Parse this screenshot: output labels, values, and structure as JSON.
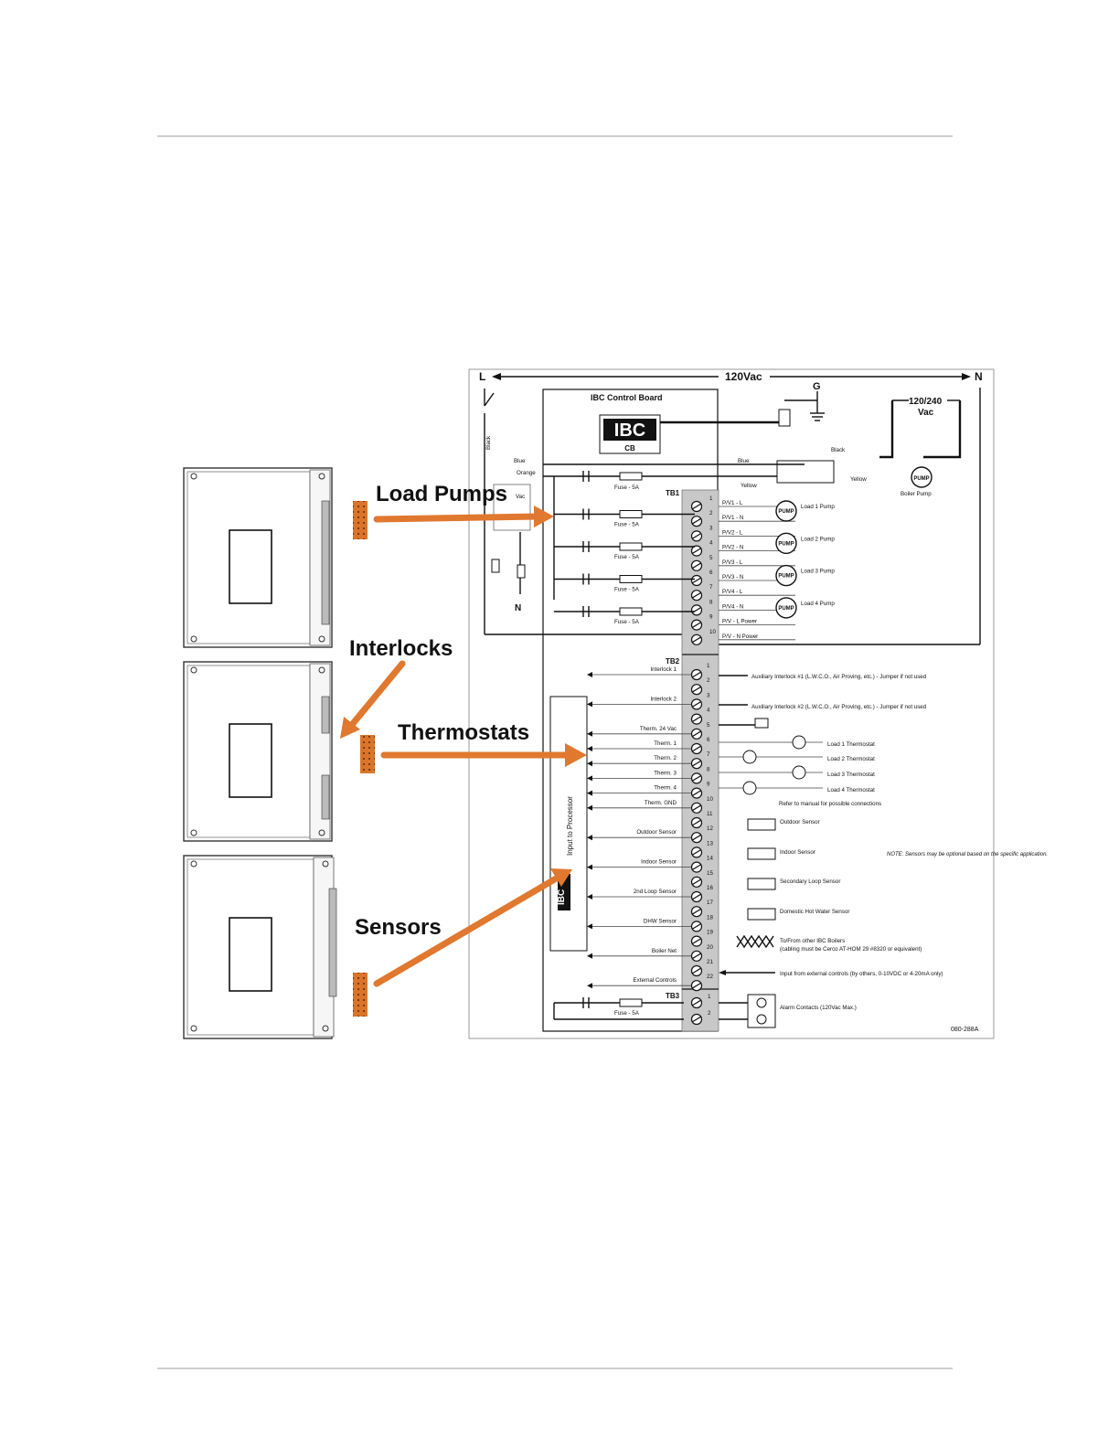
{
  "callouts": {
    "load_pumps": "Load Pumps",
    "interlocks": "Interlocks",
    "thermostats": "Thermostats",
    "sensors": "Sensors"
  },
  "diagram": {
    "line_L": "L",
    "line_N": "N",
    "supply": "120Vac",
    "ground": "G",
    "board_title": "IBC Control Board",
    "logo": "IBC",
    "logo_sub": "CB",
    "boiler_supply": "120/240",
    "boiler_supply_unit": "Vac",
    "boiler_pump": "Boiler Pump",
    "neutral_label": "N",
    "vac_label": "Vac",
    "wire_black": "Black",
    "wire_black2": "Black",
    "wire_blue": "Blue",
    "wire_blue2": "Blue",
    "wire_orange": "Orange",
    "wire_yellow": "Yellow",
    "wire_yellow2": "Yellow",
    "tb1": "TB1",
    "tb2": "TB2",
    "tb3": "TB3",
    "processor_label": "Input to Processor",
    "fuse": "Fuse - 5A",
    "tb1_terminals": [
      {
        "n": "1",
        "label": "P/V1 - L"
      },
      {
        "n": "2",
        "label": "P/V1 - N"
      },
      {
        "n": "3",
        "label": "P/V2 - L"
      },
      {
        "n": "4",
        "label": "P/V2 - N"
      },
      {
        "n": "5",
        "label": "P/V3 - L"
      },
      {
        "n": "6",
        "label": "P/V3 - N"
      },
      {
        "n": "7",
        "label": "P/V4 - L"
      },
      {
        "n": "8",
        "label": "P/V4 - N"
      },
      {
        "n": "9",
        "label": "P/V - L  Power"
      },
      {
        "n": "10",
        "label": "P/V - N  Power"
      }
    ],
    "pumps": [
      "Load 1 Pump",
      "Load 2 Pump",
      "Load 3 Pump",
      "Load 4 Pump"
    ],
    "tb2_terminals": [
      "1",
      "2",
      "3",
      "4",
      "5",
      "6",
      "7",
      "8",
      "9",
      "10",
      "11",
      "12",
      "13",
      "14",
      "15",
      "16",
      "17",
      "18",
      "19",
      "20",
      "21",
      "22"
    ],
    "tb2_inputs": [
      {
        "label": "Interlock 1",
        "row": 1
      },
      {
        "label": "Interlock 2",
        "row": 3
      },
      {
        "label": "Therm. 24 Vac",
        "row": 5
      },
      {
        "label": "Therm. 1",
        "row": 6
      },
      {
        "label": "Therm. 2",
        "row": 7
      },
      {
        "label": "Therm. 3",
        "row": 8
      },
      {
        "label": "Therm. 4",
        "row": 9
      },
      {
        "label": "Therm. GND",
        "row": 10
      },
      {
        "label": "Outdoor Sensor",
        "row": 12
      },
      {
        "label": "Indoor Sensor",
        "row": 14
      },
      {
        "label": "2nd Loop Sensor",
        "row": 16
      },
      {
        "label": "DHW Sensor",
        "row": 18
      },
      {
        "label": "Boiler Net",
        "row": 20
      },
      {
        "label": "External Controls",
        "row": 22
      }
    ],
    "interlock1_note": "Auxiliary Interlock #1 (L.W.C.O., Air Proving, etc.) - Jumper if not used",
    "interlock2_note": "Auxiliary Interlock #2 (L.W.C.O., Air Proving, etc.) - Jumper if not used",
    "thermostats": [
      "Load 1 Thermostat",
      "Load 2 Thermostat",
      "Load 3 Thermostat",
      "Load 4 Thermostat"
    ],
    "thermostat_note": "Refer to manual for possible connections",
    "sensors": [
      "Outdoor Sensor",
      "Indoor Sensor",
      "Secondary Loop Sensor",
      "Domestic Hot Water Sensor"
    ],
    "sensor_note": "NOTE: Sensors may be optional based on the specific application.",
    "boiler_net_note1": "To/From other IBC Boilers",
    "boiler_net_note2": "(cabling must be Cerco AT-HOM 29 #8320 or equivalent)",
    "external_note": "Input from external controls (by others, 0-10VDC or 4-20mA only)",
    "tb3_terminals": [
      "1",
      "2"
    ],
    "alarm_note": "Alarm Contacts (120Vac Max.)",
    "drawing_no": "080-288A"
  }
}
